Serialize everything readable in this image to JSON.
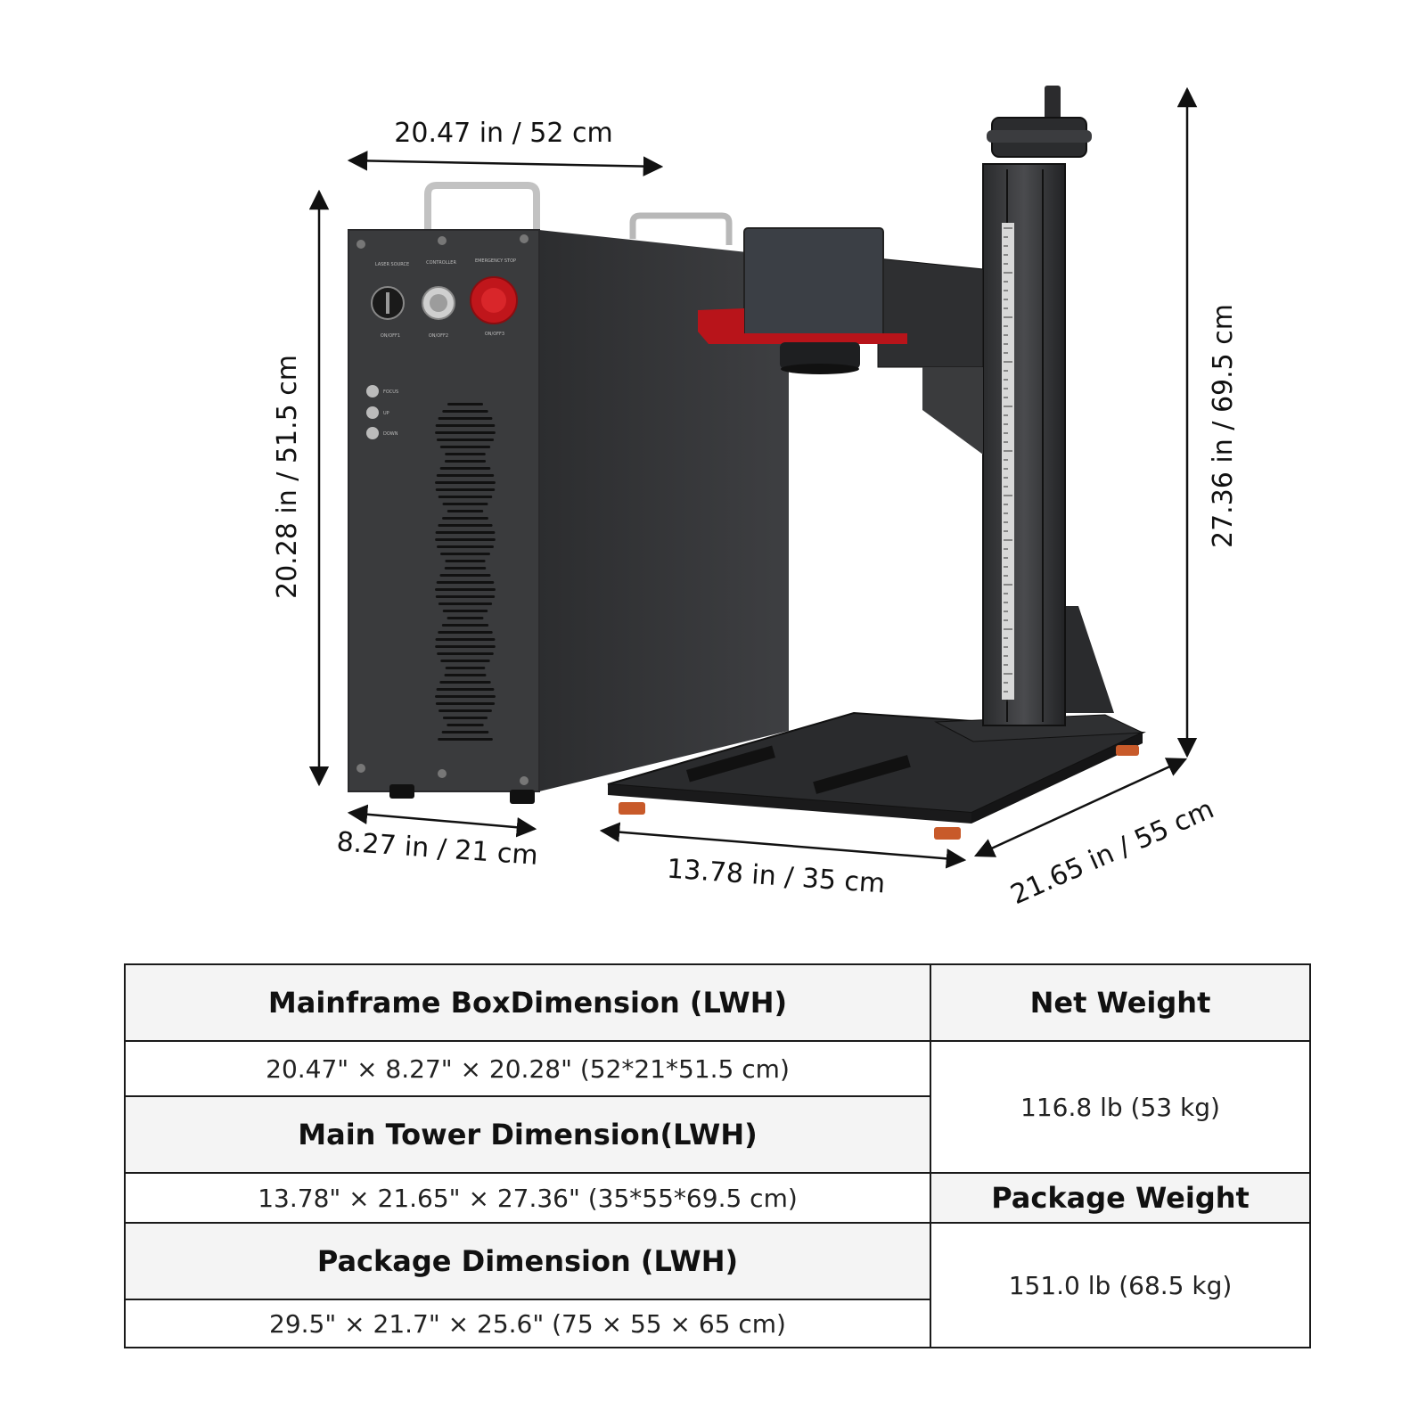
{
  "dimensions": {
    "mainframe_length": "20.47 in / 52 cm",
    "mainframe_height": "20.28 in / 51.5 cm",
    "mainframe_width": "8.27 in / 21 cm",
    "tower_width": "13.78 in / 35 cm",
    "tower_depth": "21.65 in / 55 cm",
    "tower_height": "27.36 in / 69.5 cm"
  },
  "panel": {
    "labels": [
      "LASER SOURCE",
      "CONTROLLER",
      "EMERGENCY STOP"
    ],
    "switches": [
      "ON/OFF1",
      "ON/OFF2",
      "ON/OFF3"
    ],
    "buttons": [
      "FOCUS",
      "UP",
      "DOWN"
    ]
  },
  "table": {
    "mainframe_header": "Mainframe BoxDimension (LWH)",
    "mainframe_value": "20.47\" × 8.27\" × 20.28\" (52*21*51.5 cm)",
    "tower_header": "Main Tower Dimension(LWH)",
    "tower_value": "13.78\" × 21.65\" × 27.36\" (35*55*69.5 cm)",
    "package_header": "Package Dimension (LWH)",
    "package_value": "29.5\" × 21.7\" × 25.6\" (75 × 55 × 65 cm)",
    "net_weight_header": "Net Weight",
    "net_weight_value": "116.8 lb (53 kg)",
    "package_weight_header": "Package Weight",
    "package_weight_value": "151.0 lb (68.5 kg)"
  },
  "colors": {
    "machine_body": "#3a3b3d",
    "emergency_red": "#c0161b",
    "header_bg": "#f4f4f4"
  }
}
